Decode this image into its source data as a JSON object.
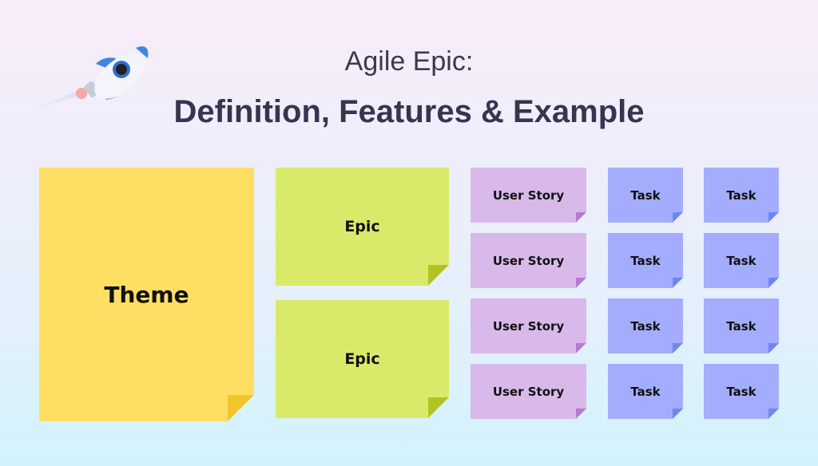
{
  "header": {
    "title_line1": "Agile Epic:",
    "title_line2": "Definition, Features & Example"
  },
  "theme": {
    "label": "Theme",
    "color": "#ffdf63"
  },
  "epics": [
    {
      "label": "Epic"
    },
    {
      "label": "Epic"
    }
  ],
  "user_stories": [
    {
      "label": "User Story"
    },
    {
      "label": "User Story"
    },
    {
      "label": "User Story"
    },
    {
      "label": "User Story"
    }
  ],
  "tasks": [
    {
      "label": "Task"
    },
    {
      "label": "Task"
    },
    {
      "label": "Task"
    },
    {
      "label": "Task"
    },
    {
      "label": "Task"
    },
    {
      "label": "Task"
    },
    {
      "label": "Task"
    },
    {
      "label": "Task"
    }
  ],
  "colors": {
    "epic": "#d9ea6a",
    "user_story": "#d9b9ea",
    "task": "#a4adfd"
  }
}
